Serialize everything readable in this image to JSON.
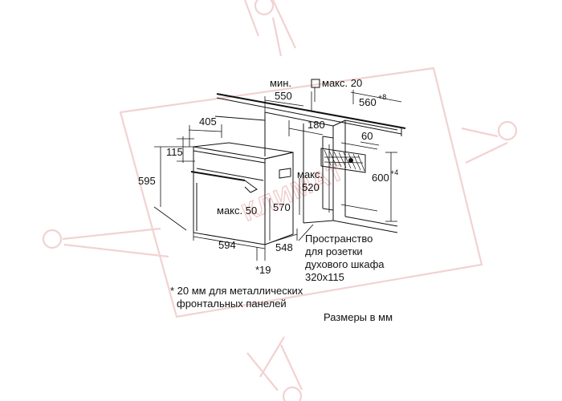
{
  "watermark": {
    "text": "КЛИМАТ"
  },
  "labels": {
    "min": "мин.",
    "min_value": "550",
    "max_20": "макс. 20",
    "dim_560": "560",
    "dim_560_sup": "+8",
    "dim_405": "405",
    "dim_180": "180",
    "dim_60": "60",
    "dim_115": "115",
    "dim_595": "595",
    "max_label": "макс.",
    "dim_520": "520",
    "dim_600": "600",
    "dim_600_sup": "+4",
    "max_50": "макс. 50",
    "dim_570": "570",
    "dim_594": "594",
    "dim_548": "548",
    "footnote_mark": "*19"
  },
  "notes": {
    "socket_line1": "Пространство",
    "socket_line2": "для розетки",
    "socket_line3": "духового шкафа",
    "socket_line4": "320x115",
    "footnote_line1": "* 20 мм для металлических",
    "footnote_line2": "фронтальных панелей",
    "units": "Размеры в мм"
  }
}
